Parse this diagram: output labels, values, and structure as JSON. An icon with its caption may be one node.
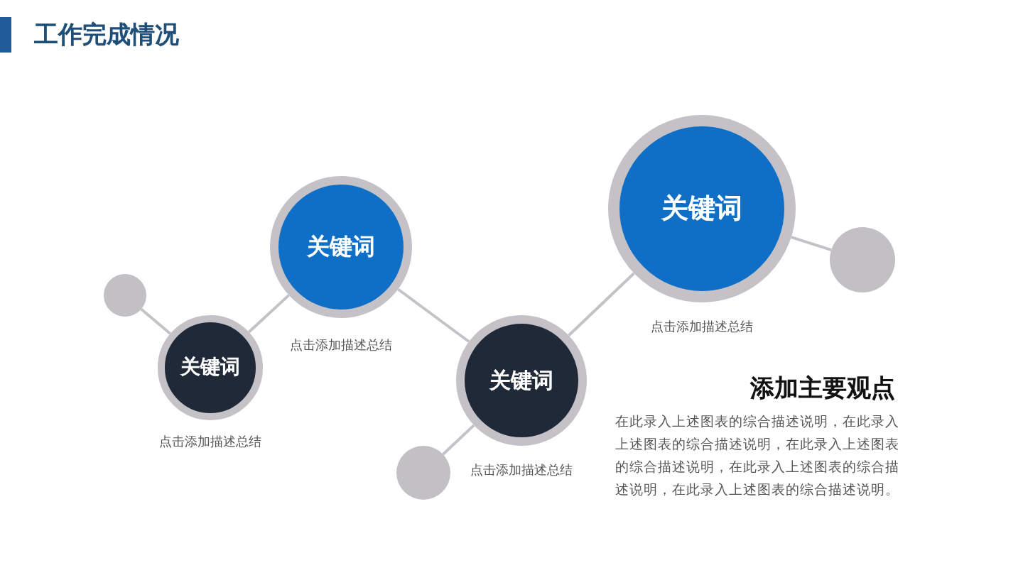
{
  "diagram": {
    "title": "工作完成情况",
    "nodes": [
      {
        "text": [],
        "shape": "circle"
      },
      {
        "text": [
          "关键词"
        ],
        "beside": [
          "点击添加描述总结"
        ]
      },
      {
        "text": [
          "关键词"
        ],
        "beside": [
          "点击添加描述总结"
        ]
      },
      {
        "text": [
          "关键词"
        ],
        "beside": [
          "点击添加描述总结"
        ]
      },
      {
        "text": [],
        "shape": "circle"
      },
      {
        "text": [
          "关键词"
        ],
        "beside": [
          "点击添加描述总结"
        ]
      },
      {
        "text": [],
        "shape": "circle"
      }
    ],
    "edges": [
      {
        "from": 0,
        "to": 1,
        "arrow": "none"
      },
      {
        "from": 1,
        "to": 2,
        "arrow": "none"
      },
      {
        "from": 2,
        "to": 3,
        "arrow": "none"
      },
      {
        "from": 3,
        "to": 4,
        "arrow": "none"
      },
      {
        "from": 3,
        "to": 5,
        "arrow": "none"
      },
      {
        "from": 5,
        "to": 6,
        "arrow": "none"
      }
    ],
    "labels": [
      "添加主要观点",
      "在此录入上述图表的综合描述说明，在此录入上述图表的综合描述说明，在此录入上述图表的综合描述说明，在此录入上述图表的综合描述说明，在此录入上述图表的综合描述说明。"
    ]
  }
}
